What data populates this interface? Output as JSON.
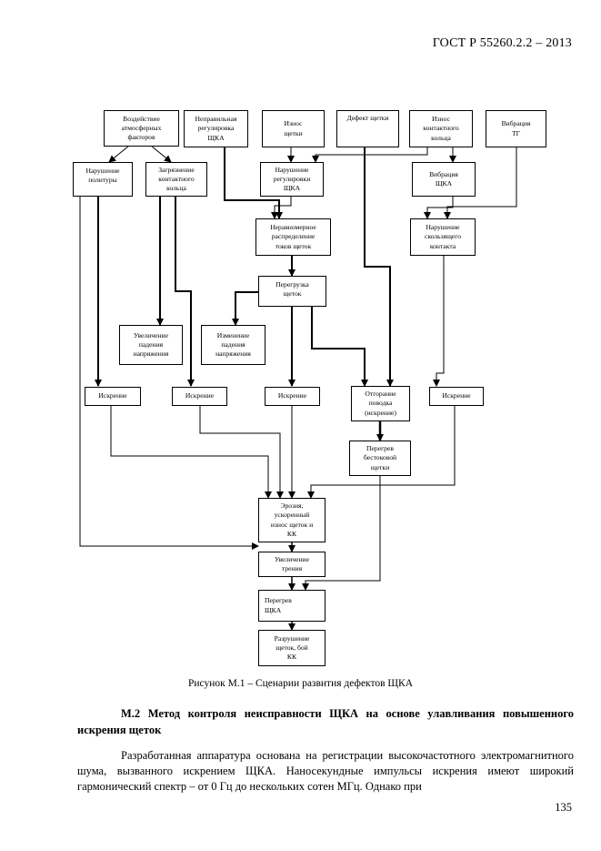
{
  "header": {
    "standard": "ГОСТ Р 55260.2.2 – 2013"
  },
  "diagram": {
    "nodes": {
      "n1": "Воздействие\nатмосферных\nфакторов",
      "n2": "Неправильная\nрегулировка\nЩКА",
      "n3": "Износ\nщетки",
      "n4": "Дефект щетки",
      "n5": "Износ\nконтактного\nкольца",
      "n6": "Вибрация\nТГ",
      "n7": "Нарушение\nполитуры",
      "n8": "Загрязнение\nконтактного\nкольца",
      "n9": "Нарушение\nрегулировки\nЩКА",
      "n10": "Вибрация\nЩКА",
      "n11": "Неравномерное\nраспределение\nтоков щеток",
      "n12": "Нарушение\nскользящего\nконтакта",
      "n13": "Перегрузка\nщеток",
      "n14": "Увеличение\nпадения\nнапряжения",
      "n15": "Изменение\nпадения\nнапряжения",
      "n16": "Искрение",
      "n17": "Искрение",
      "n18": "Искрение",
      "n19": "Отгорание\nповодка\n(искрение)",
      "n20": "Искрение",
      "n21": "Перегрев\nбестоковой\nщетки",
      "n22": "Эрозия,\nускоренный\nизнос щеток и\nКК",
      "n23": "Увеличение\nтрения",
      "n24": "Перегрев\nЩКА",
      "n25": "Разрушение\nщеток, бой\nКК"
    }
  },
  "caption": "Рисунок М.1 – Сценарии развития дефектов ЩКА",
  "section": {
    "heading": "М.2 Метод контроля неисправности ЩКА на основе улавливания повышенного искрения щеток",
    "paragraph": "Разработанная аппаратура основана на регистрации высокочастотного электромагнитного шума, вызванного искрением ЩКА. Наносекундные импульсы искрения имеют широкий гармонический спектр – от 0 Гц до нескольких сотен МГц. Однако при"
  },
  "page_number": "135"
}
